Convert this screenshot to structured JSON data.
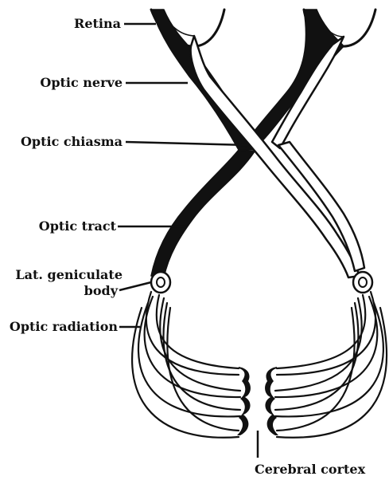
{
  "labels": {
    "retina": "Retina",
    "optic_nerve": "Optic nerve",
    "optic_chiasma": "Optic chiasma",
    "optic_tract": "Optic tract",
    "lat_geniculate_1": "Lat. geniculate",
    "lat_geniculate_2": "body",
    "optic_radiation": "Optic radiation",
    "cerebral_cortex": "Cerebral cortex"
  },
  "colors": {
    "ink": "#111111",
    "paper": "#ffffff"
  }
}
